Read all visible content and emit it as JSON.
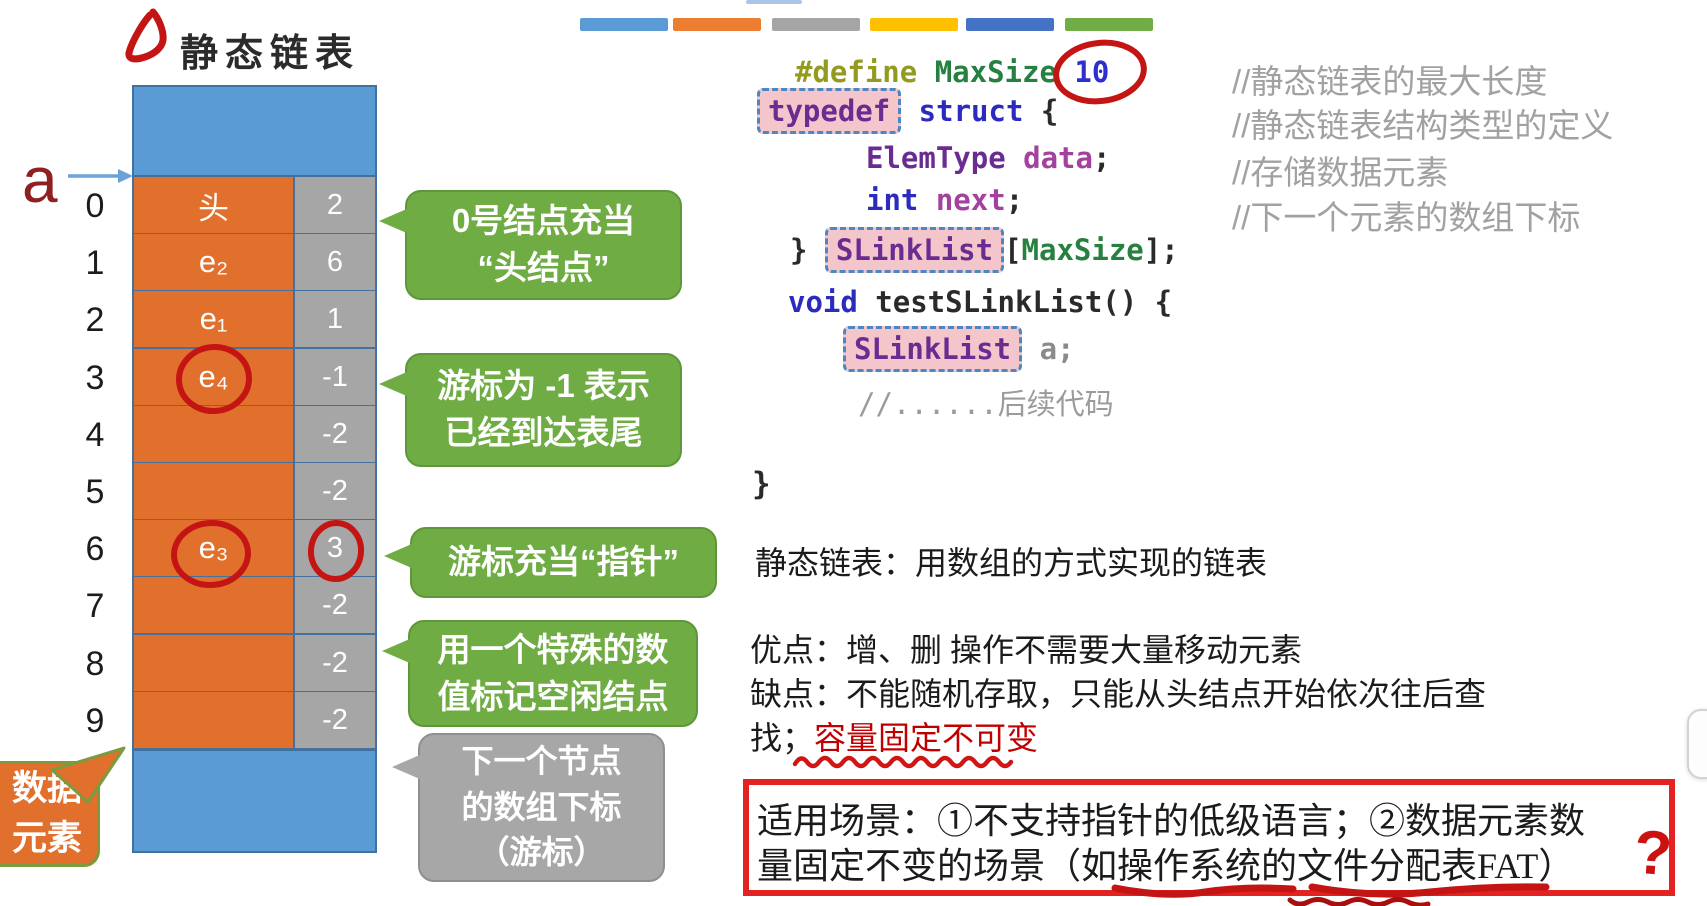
{
  "title": "静态链表",
  "array_pointer_label": "a",
  "legend": [
    "#5B9BD5",
    "#ED7D31",
    "#A5A5A5",
    "#FFC000",
    "#4472C4",
    "#70AD47"
  ],
  "array": {
    "rows": [
      {
        "index": "0",
        "data": "头",
        "cursor": "2"
      },
      {
        "index": "1",
        "data": "e₂",
        "cursor": "6"
      },
      {
        "index": "2",
        "data": "e₁",
        "cursor": "1"
      },
      {
        "index": "3",
        "data": "e₄",
        "cursor": "-1"
      },
      {
        "index": "4",
        "data": "",
        "cursor": "-2"
      },
      {
        "index": "5",
        "data": "",
        "cursor": "-2"
      },
      {
        "index": "6",
        "data": "e₃",
        "cursor": "3"
      },
      {
        "index": "7",
        "data": "",
        "cursor": "-2"
      },
      {
        "index": "8",
        "data": "",
        "cursor": "-2"
      },
      {
        "index": "9",
        "data": "",
        "cursor": "-2"
      }
    ]
  },
  "callouts": {
    "head_node": [
      "0号结点充当",
      "“头结点”"
    ],
    "cursor_end": [
      "游标为 -1 表示",
      "已经到达表尾"
    ],
    "cursor_pointer": [
      "游标充当“指针”"
    ],
    "free_node": [
      "用一个特殊的数",
      "值标记空闲结点"
    ],
    "next_index": [
      "下一个节点",
      "的数组下标",
      "（游标）"
    ],
    "data_element": [
      "数据",
      "元素"
    ]
  },
  "code": {
    "l1": {
      "define": "#define ",
      "maxsize": "MaxSize",
      "value": " 10"
    },
    "l2": {
      "typedef": "typedef",
      "struct": " struct",
      "brace": " {"
    },
    "l3": {
      "type": "ElemType ",
      "name": "data",
      "semi": ";"
    },
    "l4": {
      "int": "int",
      "name": " next",
      "semi": ";"
    },
    "l5": {
      "close": "} ",
      "slinklist": "SLinkList",
      "lb": "[",
      "maxsize": "MaxSize",
      "rb": "];"
    },
    "l6": {
      "void": "void",
      "rest": " testSLinkList() {"
    },
    "l7": {
      "slinklist": "SLinkList",
      "var": " a;"
    },
    "l8": {
      "comment": "//......后续代码"
    },
    "l9": {
      "brace": "}"
    }
  },
  "code_comments": [
    "//静态链表的最大长度",
    "//静态链表结构类型的定义",
    "//存储数据元素",
    "//下一个元素的数组下标"
  ],
  "notes": {
    "definition": "静态链表：用数组的方式实现的链表",
    "pros": "优点：增、删 操作不需要大量移动元素",
    "cons_line1": "缺点：不能随机存取，只能从头结点开始依次往后查",
    "cons_line2_black": "找；",
    "cons_line2_red": "容量固定不可变",
    "box_line1": "适用场景：①不支持指针的低级语言；②数据元素数",
    "box_line2": "量固定不变的场景（如操作系统的文件分配表FAT）",
    "question_mark": "?"
  },
  "colors": {
    "array_blue": "#5B9BD5",
    "cell_orange": "#E2702D",
    "cell_gray": "#A6A6A6",
    "callout_green": "#6FAC44",
    "callout_gray": "#A7A7A7",
    "ink_red": "#C41414",
    "text_red": "#C00000",
    "box_red": "#E32222",
    "arrow_blue": "#6AA3D8"
  }
}
